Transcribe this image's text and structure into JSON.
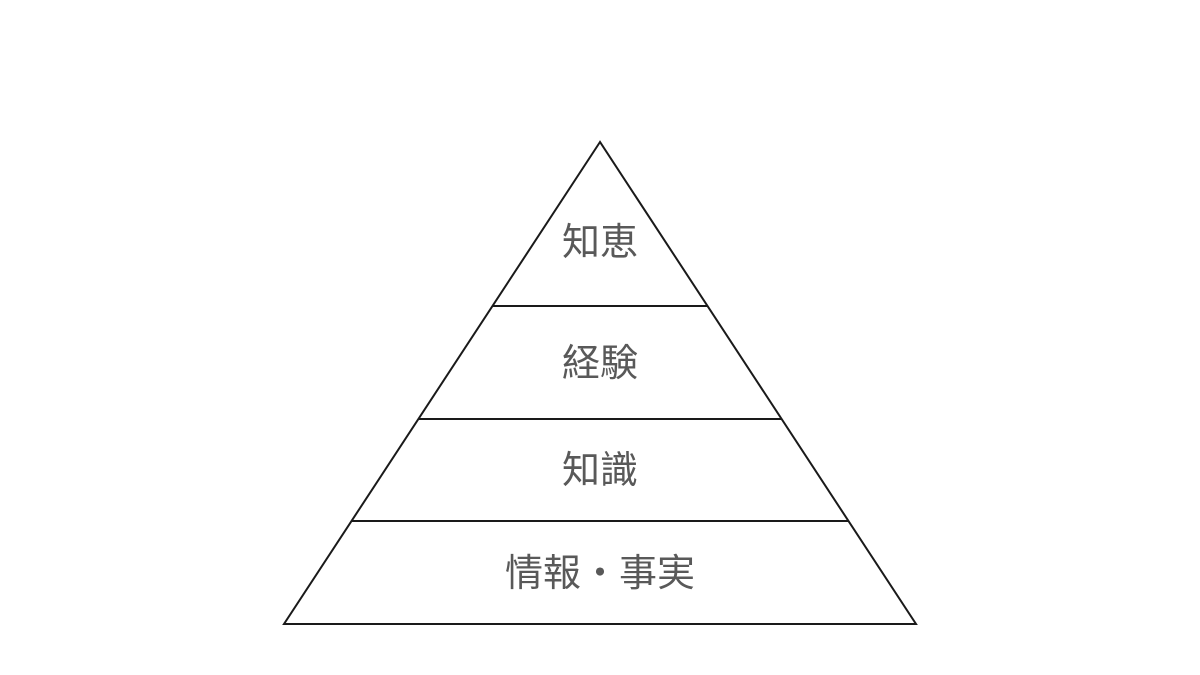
{
  "pyramid": {
    "layers": [
      {
        "label": "知恵"
      },
      {
        "label": "経験"
      },
      {
        "label": "知識"
      },
      {
        "label": "情報・事実"
      }
    ]
  },
  "colors": {
    "outline": "#1a1a1a",
    "text": "#595959",
    "background": "#ffffff"
  }
}
